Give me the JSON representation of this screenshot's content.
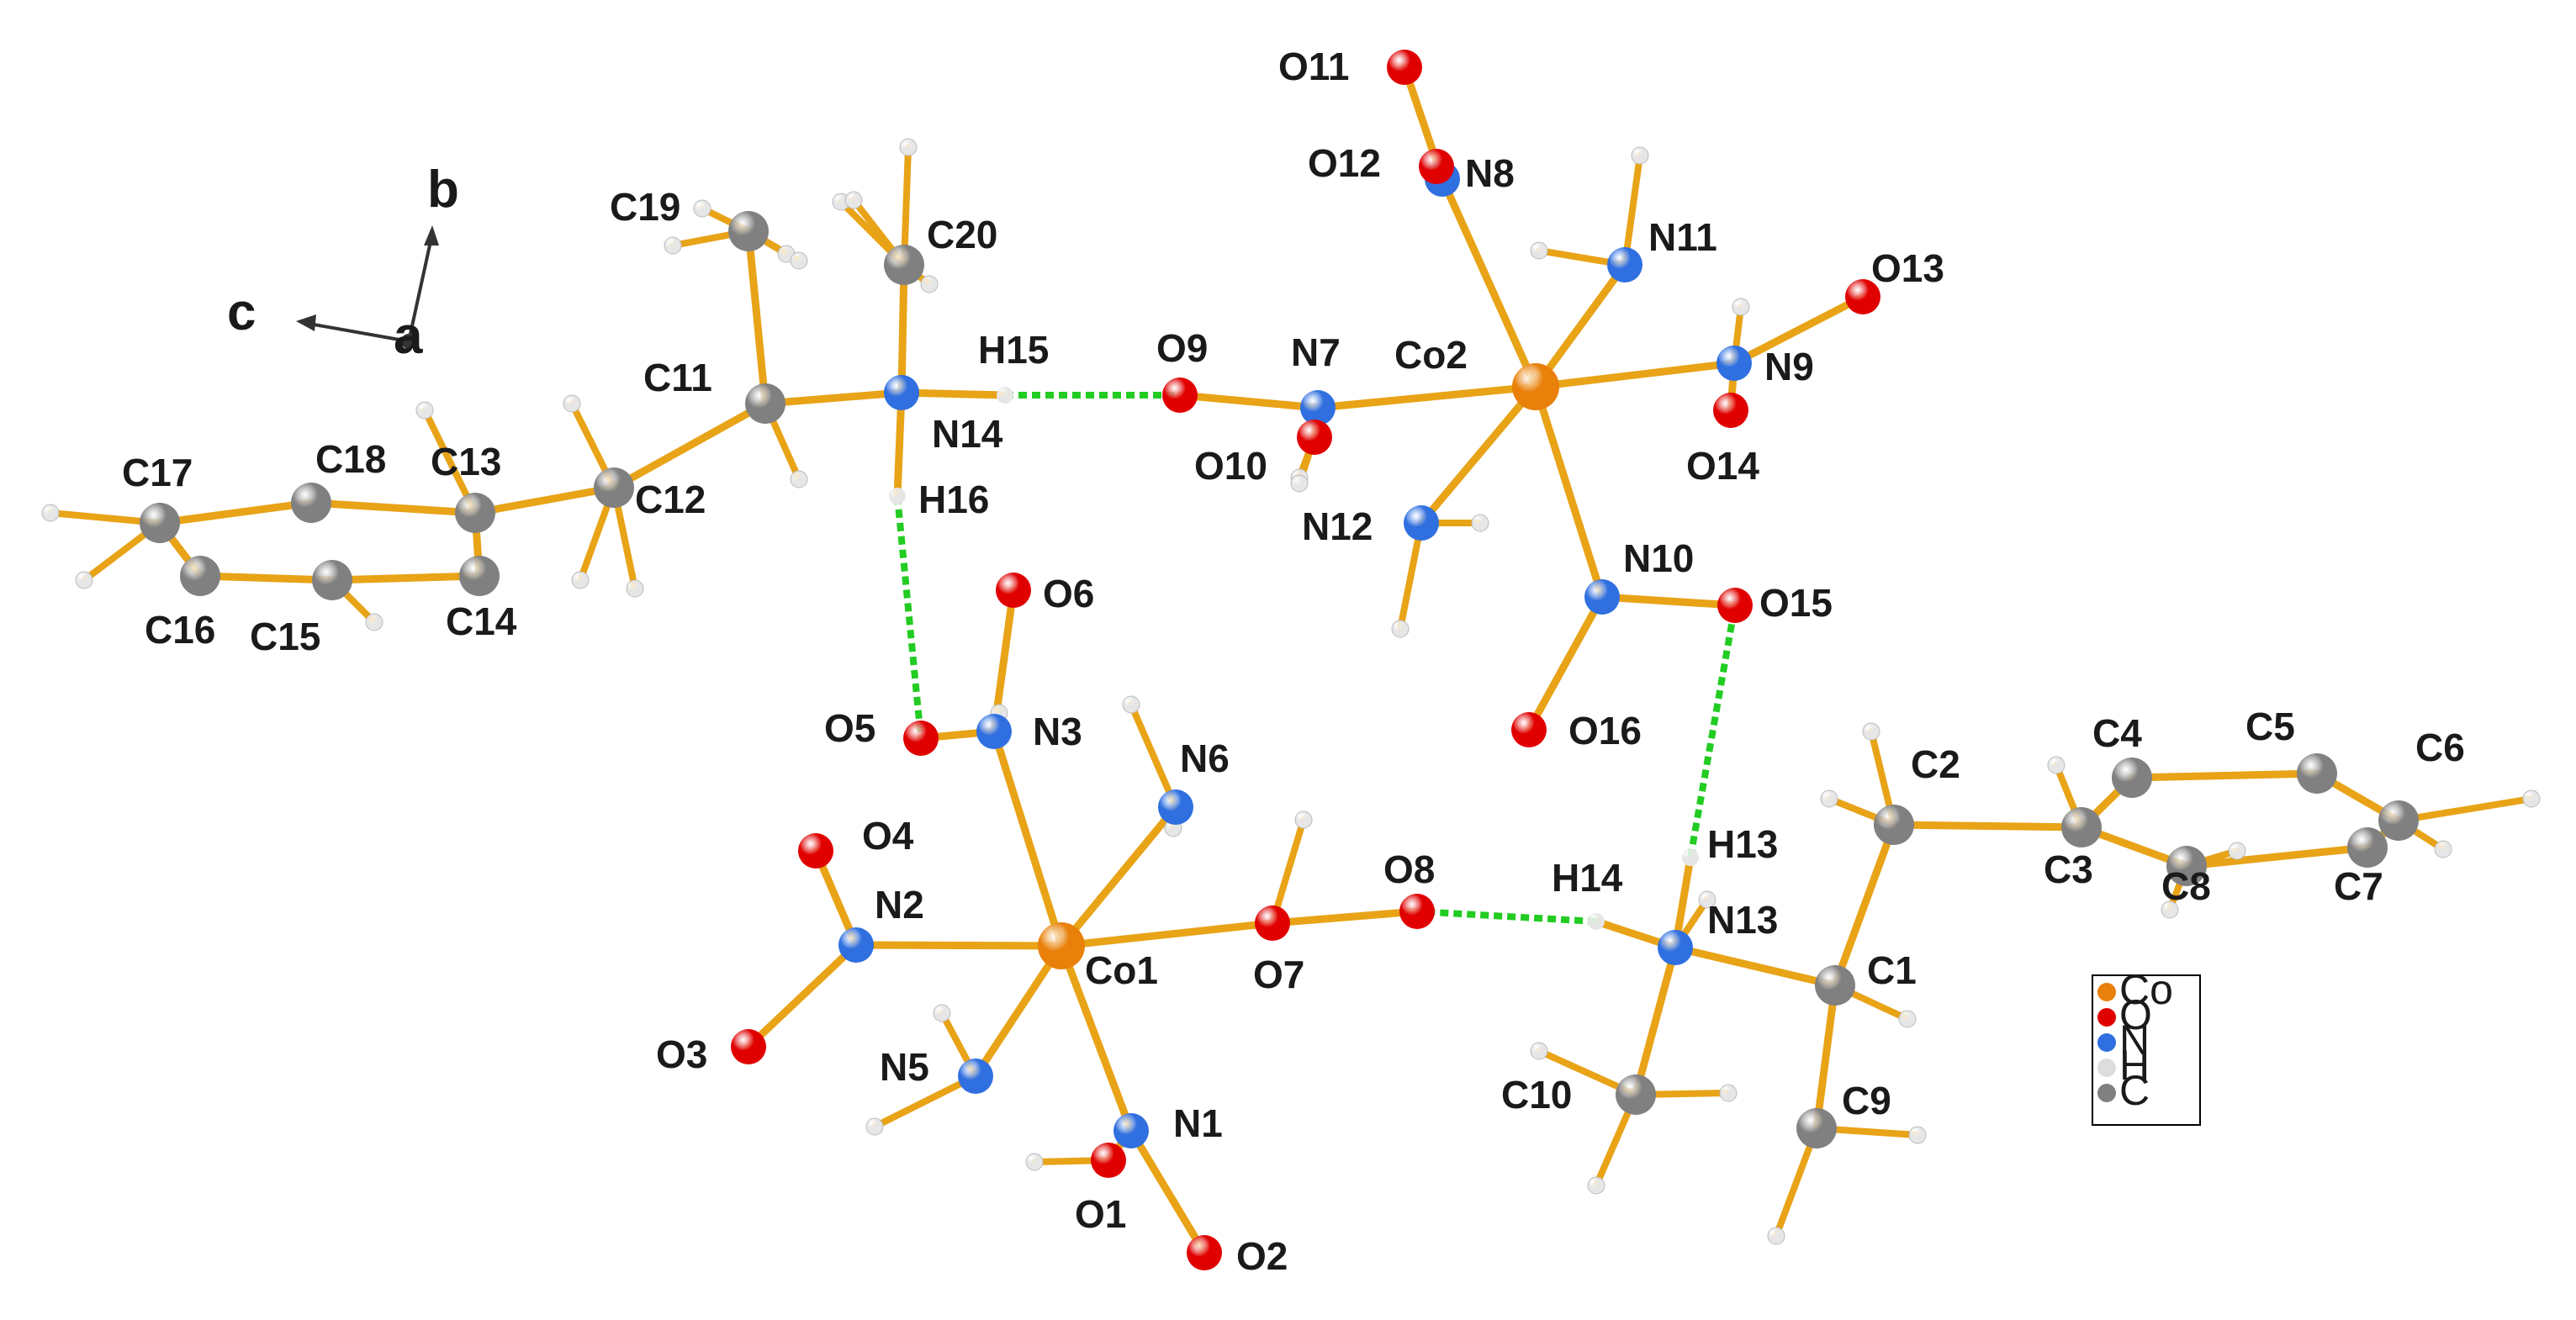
{
  "axes": {
    "a": "a",
    "b": "b",
    "c": "c"
  },
  "legend": {
    "entries": [
      {
        "element": "Co",
        "color": "#e8800a"
      },
      {
        "element": "O",
        "color": "#e00000"
      },
      {
        "element": "N",
        "color": "#2f6fe0"
      },
      {
        "element": "H",
        "color": "#dddddd"
      },
      {
        "element": "C",
        "color": "#808080"
      }
    ]
  },
  "colors": {
    "bond": "#e8a317",
    "hbond": "#22cc22",
    "Co": "#e8800a",
    "O": "#e00000",
    "N": "#2f6fe0",
    "C": "#808080",
    "H": "#e6e6e6"
  },
  "atoms": [
    {
      "id": "Co1",
      "el": "Co",
      "label": "Co1"
    },
    {
      "id": "Co2",
      "el": "Co",
      "label": "Co2"
    },
    {
      "id": "N1",
      "el": "N",
      "label": "N1"
    },
    {
      "id": "N2",
      "el": "N",
      "label": "N2"
    },
    {
      "id": "N3",
      "el": "N",
      "label": "N3"
    },
    {
      "id": "N5",
      "el": "N",
      "label": "N5"
    },
    {
      "id": "N6",
      "el": "N",
      "label": "N6"
    },
    {
      "id": "N7",
      "el": "N",
      "label": "N7"
    },
    {
      "id": "N8",
      "el": "N",
      "label": "N8"
    },
    {
      "id": "N9",
      "el": "N",
      "label": "N9"
    },
    {
      "id": "N10",
      "el": "N",
      "label": "N10"
    },
    {
      "id": "N11",
      "el": "N",
      "label": "N11"
    },
    {
      "id": "N12",
      "el": "N",
      "label": "N12"
    },
    {
      "id": "N13",
      "el": "N",
      "label": "N13"
    },
    {
      "id": "N14",
      "el": "N",
      "label": "N14"
    },
    {
      "id": "O1",
      "el": "O",
      "label": "O1"
    },
    {
      "id": "O2",
      "el": "O",
      "label": "O2"
    },
    {
      "id": "O3",
      "el": "O",
      "label": "O3"
    },
    {
      "id": "O4",
      "el": "O",
      "label": "O4"
    },
    {
      "id": "O5",
      "el": "O",
      "label": "O5"
    },
    {
      "id": "O6",
      "el": "O",
      "label": "O6"
    },
    {
      "id": "O7",
      "el": "O",
      "label": "O7"
    },
    {
      "id": "O8",
      "el": "O",
      "label": "O8"
    },
    {
      "id": "O9",
      "el": "O",
      "label": "O9"
    },
    {
      "id": "O10",
      "el": "O",
      "label": "O10"
    },
    {
      "id": "O11",
      "el": "O",
      "label": "O11"
    },
    {
      "id": "O12",
      "el": "O",
      "label": "O12"
    },
    {
      "id": "O13",
      "el": "O",
      "label": "O13"
    },
    {
      "id": "O14",
      "el": "O",
      "label": "O14"
    },
    {
      "id": "O15",
      "el": "O",
      "label": "O15"
    },
    {
      "id": "O16",
      "el": "O",
      "label": "O16"
    },
    {
      "id": "C1",
      "el": "C",
      "label": "C1"
    },
    {
      "id": "C2",
      "el": "C",
      "label": "C2"
    },
    {
      "id": "C3",
      "el": "C",
      "label": "C3"
    },
    {
      "id": "C4",
      "el": "C",
      "label": "C4"
    },
    {
      "id": "C5",
      "el": "C",
      "label": "C5"
    },
    {
      "id": "C6",
      "el": "C",
      "label": "C6"
    },
    {
      "id": "C7",
      "el": "C",
      "label": "C7"
    },
    {
      "id": "C8",
      "el": "C",
      "label": "C8"
    },
    {
      "id": "C9",
      "el": "C",
      "label": "C9"
    },
    {
      "id": "C10",
      "el": "C",
      "label": "C10"
    },
    {
      "id": "C11",
      "el": "C",
      "label": "C11"
    },
    {
      "id": "C12",
      "el": "C",
      "label": "C12"
    },
    {
      "id": "C13",
      "el": "C",
      "label": "C13"
    },
    {
      "id": "C14",
      "el": "C",
      "label": "C14"
    },
    {
      "id": "C15",
      "el": "C",
      "label": "C15"
    },
    {
      "id": "C16",
      "el": "C",
      "label": "C16"
    },
    {
      "id": "C17",
      "el": "C",
      "label": "C17"
    },
    {
      "id": "C18",
      "el": "C",
      "label": "C18"
    },
    {
      "id": "C19",
      "el": "C",
      "label": "C19"
    },
    {
      "id": "C20",
      "el": "C",
      "label": "C20"
    },
    {
      "id": "H13",
      "el": "H",
      "label": "H13"
    },
    {
      "id": "H14",
      "el": "H",
      "label": "H14"
    },
    {
      "id": "H15",
      "el": "H",
      "label": "H15"
    },
    {
      "id": "H16",
      "el": "H",
      "label": "H16"
    }
  ],
  "bonds": [
    [
      "Co1",
      "N1"
    ],
    [
      "Co1",
      "N2"
    ],
    [
      "Co1",
      "N3"
    ],
    [
      "Co1",
      "N5"
    ],
    [
      "Co1",
      "N6"
    ],
    [
      "Co1",
      "O7"
    ],
    [
      "N1",
      "O1"
    ],
    [
      "N1",
      "O2"
    ],
    [
      "N2",
      "O3"
    ],
    [
      "N2",
      "O4"
    ],
    [
      "N3",
      "O5"
    ],
    [
      "N3",
      "O6"
    ],
    [
      "O7",
      "O8"
    ],
    [
      "Co2",
      "N7"
    ],
    [
      "Co2",
      "N8"
    ],
    [
      "Co2",
      "N9"
    ],
    [
      "Co2",
      "N10"
    ],
    [
      "Co2",
      "N11"
    ],
    [
      "Co2",
      "N12"
    ],
    [
      "N7",
      "O9"
    ],
    [
      "N7",
      "O10"
    ],
    [
      "N8",
      "O11"
    ],
    [
      "N8",
      "O12"
    ],
    [
      "N9",
      "O13"
    ],
    [
      "N9",
      "O14"
    ],
    [
      "N10",
      "O15"
    ],
    [
      "N10",
      "O16"
    ],
    [
      "N13",
      "C1"
    ],
    [
      "N13",
      "C10"
    ],
    [
      "N13",
      "H13"
    ],
    [
      "N13",
      "H14"
    ],
    [
      "C1",
      "C2"
    ],
    [
      "C1",
      "C9"
    ],
    [
      "C2",
      "C3"
    ],
    [
      "C3",
      "C4"
    ],
    [
      "C4",
      "C5"
    ],
    [
      "C5",
      "C6"
    ],
    [
      "C6",
      "C7"
    ],
    [
      "C7",
      "C8"
    ],
    [
      "C8",
      "C3"
    ],
    [
      "N14",
      "C11"
    ],
    [
      "N14",
      "C20"
    ],
    [
      "N14",
      "H15"
    ],
    [
      "N14",
      "H16"
    ],
    [
      "C11",
      "C12"
    ],
    [
      "C11",
      "C19"
    ],
    [
      "C12",
      "C13"
    ],
    [
      "C13",
      "C14"
    ],
    [
      "C14",
      "C15"
    ],
    [
      "C15",
      "C16"
    ],
    [
      "C16",
      "C17"
    ],
    [
      "C17",
      "C18"
    ],
    [
      "C18",
      "C13"
    ]
  ],
  "hbonds": [
    [
      "H15",
      "O9"
    ],
    [
      "H16",
      "O5"
    ],
    [
      "H14",
      "O8"
    ],
    [
      "H13",
      "O15"
    ]
  ]
}
